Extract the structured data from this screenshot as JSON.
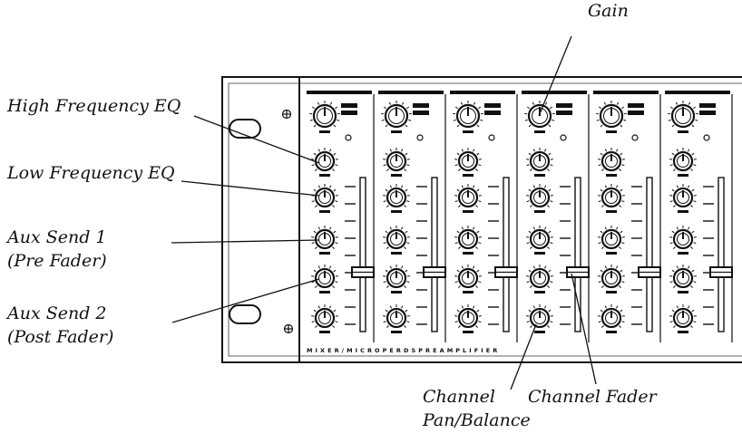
{
  "labels": {
    "gain": "Gain",
    "high_eq": "High Frequency EQ",
    "low_eq": "Low Frequency EQ",
    "aux1_line1": "Aux Send 1",
    "aux1_line2": "(Pre Fader)",
    "aux2_line1": "Aux Send 2",
    "aux2_line2": "(Post Fader)",
    "pan_line1": "Channel",
    "pan_line2": "Pan/Balance",
    "fader": "Channel Fader"
  },
  "panel": {
    "channel_count": 6,
    "bottom_strip_text": "M I X E R / M I C R O P E R D S   P R E A M P L I F I E R"
  }
}
